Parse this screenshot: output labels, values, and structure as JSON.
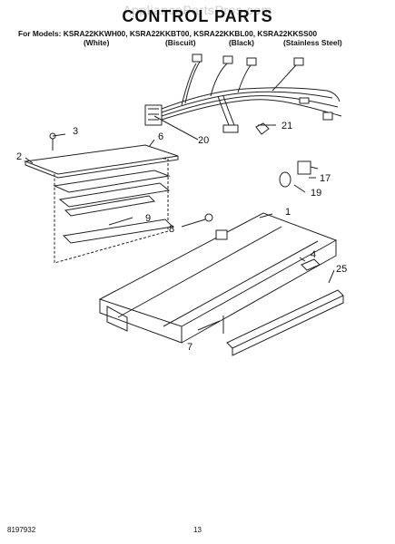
{
  "watermark": "AppliancePartsPros.com",
  "header": {
    "title": "CONTROL PARTS",
    "models_line": "For Models: KSRA22KKWH00, KSRA22KKBT00, KSRA22KKBL00, KSRA22KKSS00",
    "finishes": [
      "(White)",
      "(Biscuit)",
      "(Black)",
      "(Stainless Steel)"
    ]
  },
  "callouts": [
    "1",
    "2",
    "3",
    "4",
    "6",
    "7",
    "8",
    "9",
    "17",
    "19",
    "20",
    "21",
    "25"
  ],
  "footer": {
    "part_number": "8197932",
    "page": "13"
  }
}
